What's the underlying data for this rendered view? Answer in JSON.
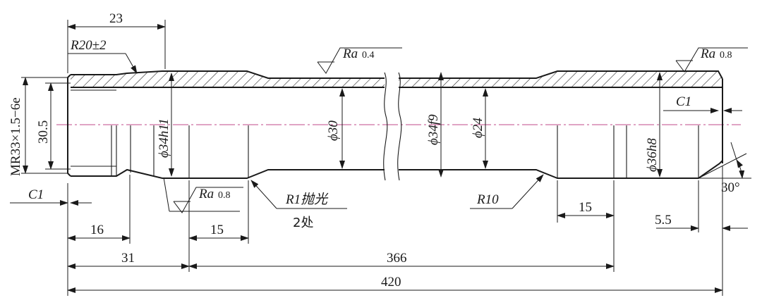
{
  "dims": {
    "d23": "23",
    "d16": "16",
    "d31": "31",
    "d15a": "15",
    "d366": "366",
    "d420": "420",
    "d15b": "15",
    "d5_5": "5.5",
    "d30_5": "30.5"
  },
  "radii": {
    "r20": "R20±2",
    "r1": "R1抛光",
    "r1_count": "2处",
    "r10": "R10"
  },
  "chamfers": {
    "left": "C1",
    "right": "C1",
    "angle": "30°"
  },
  "thread": "MR33×1.5−6e",
  "diameters": {
    "d34h11": "ϕ34h11",
    "d30": "ϕ30",
    "d34f9": "ϕ34f9",
    "d24": "ϕ24",
    "d36h8": "ϕ36h8"
  },
  "roughness": {
    "top_mid": "0.4",
    "top_right": "0.8",
    "bottom_left": "0.8",
    "symbol": "Ra"
  }
}
